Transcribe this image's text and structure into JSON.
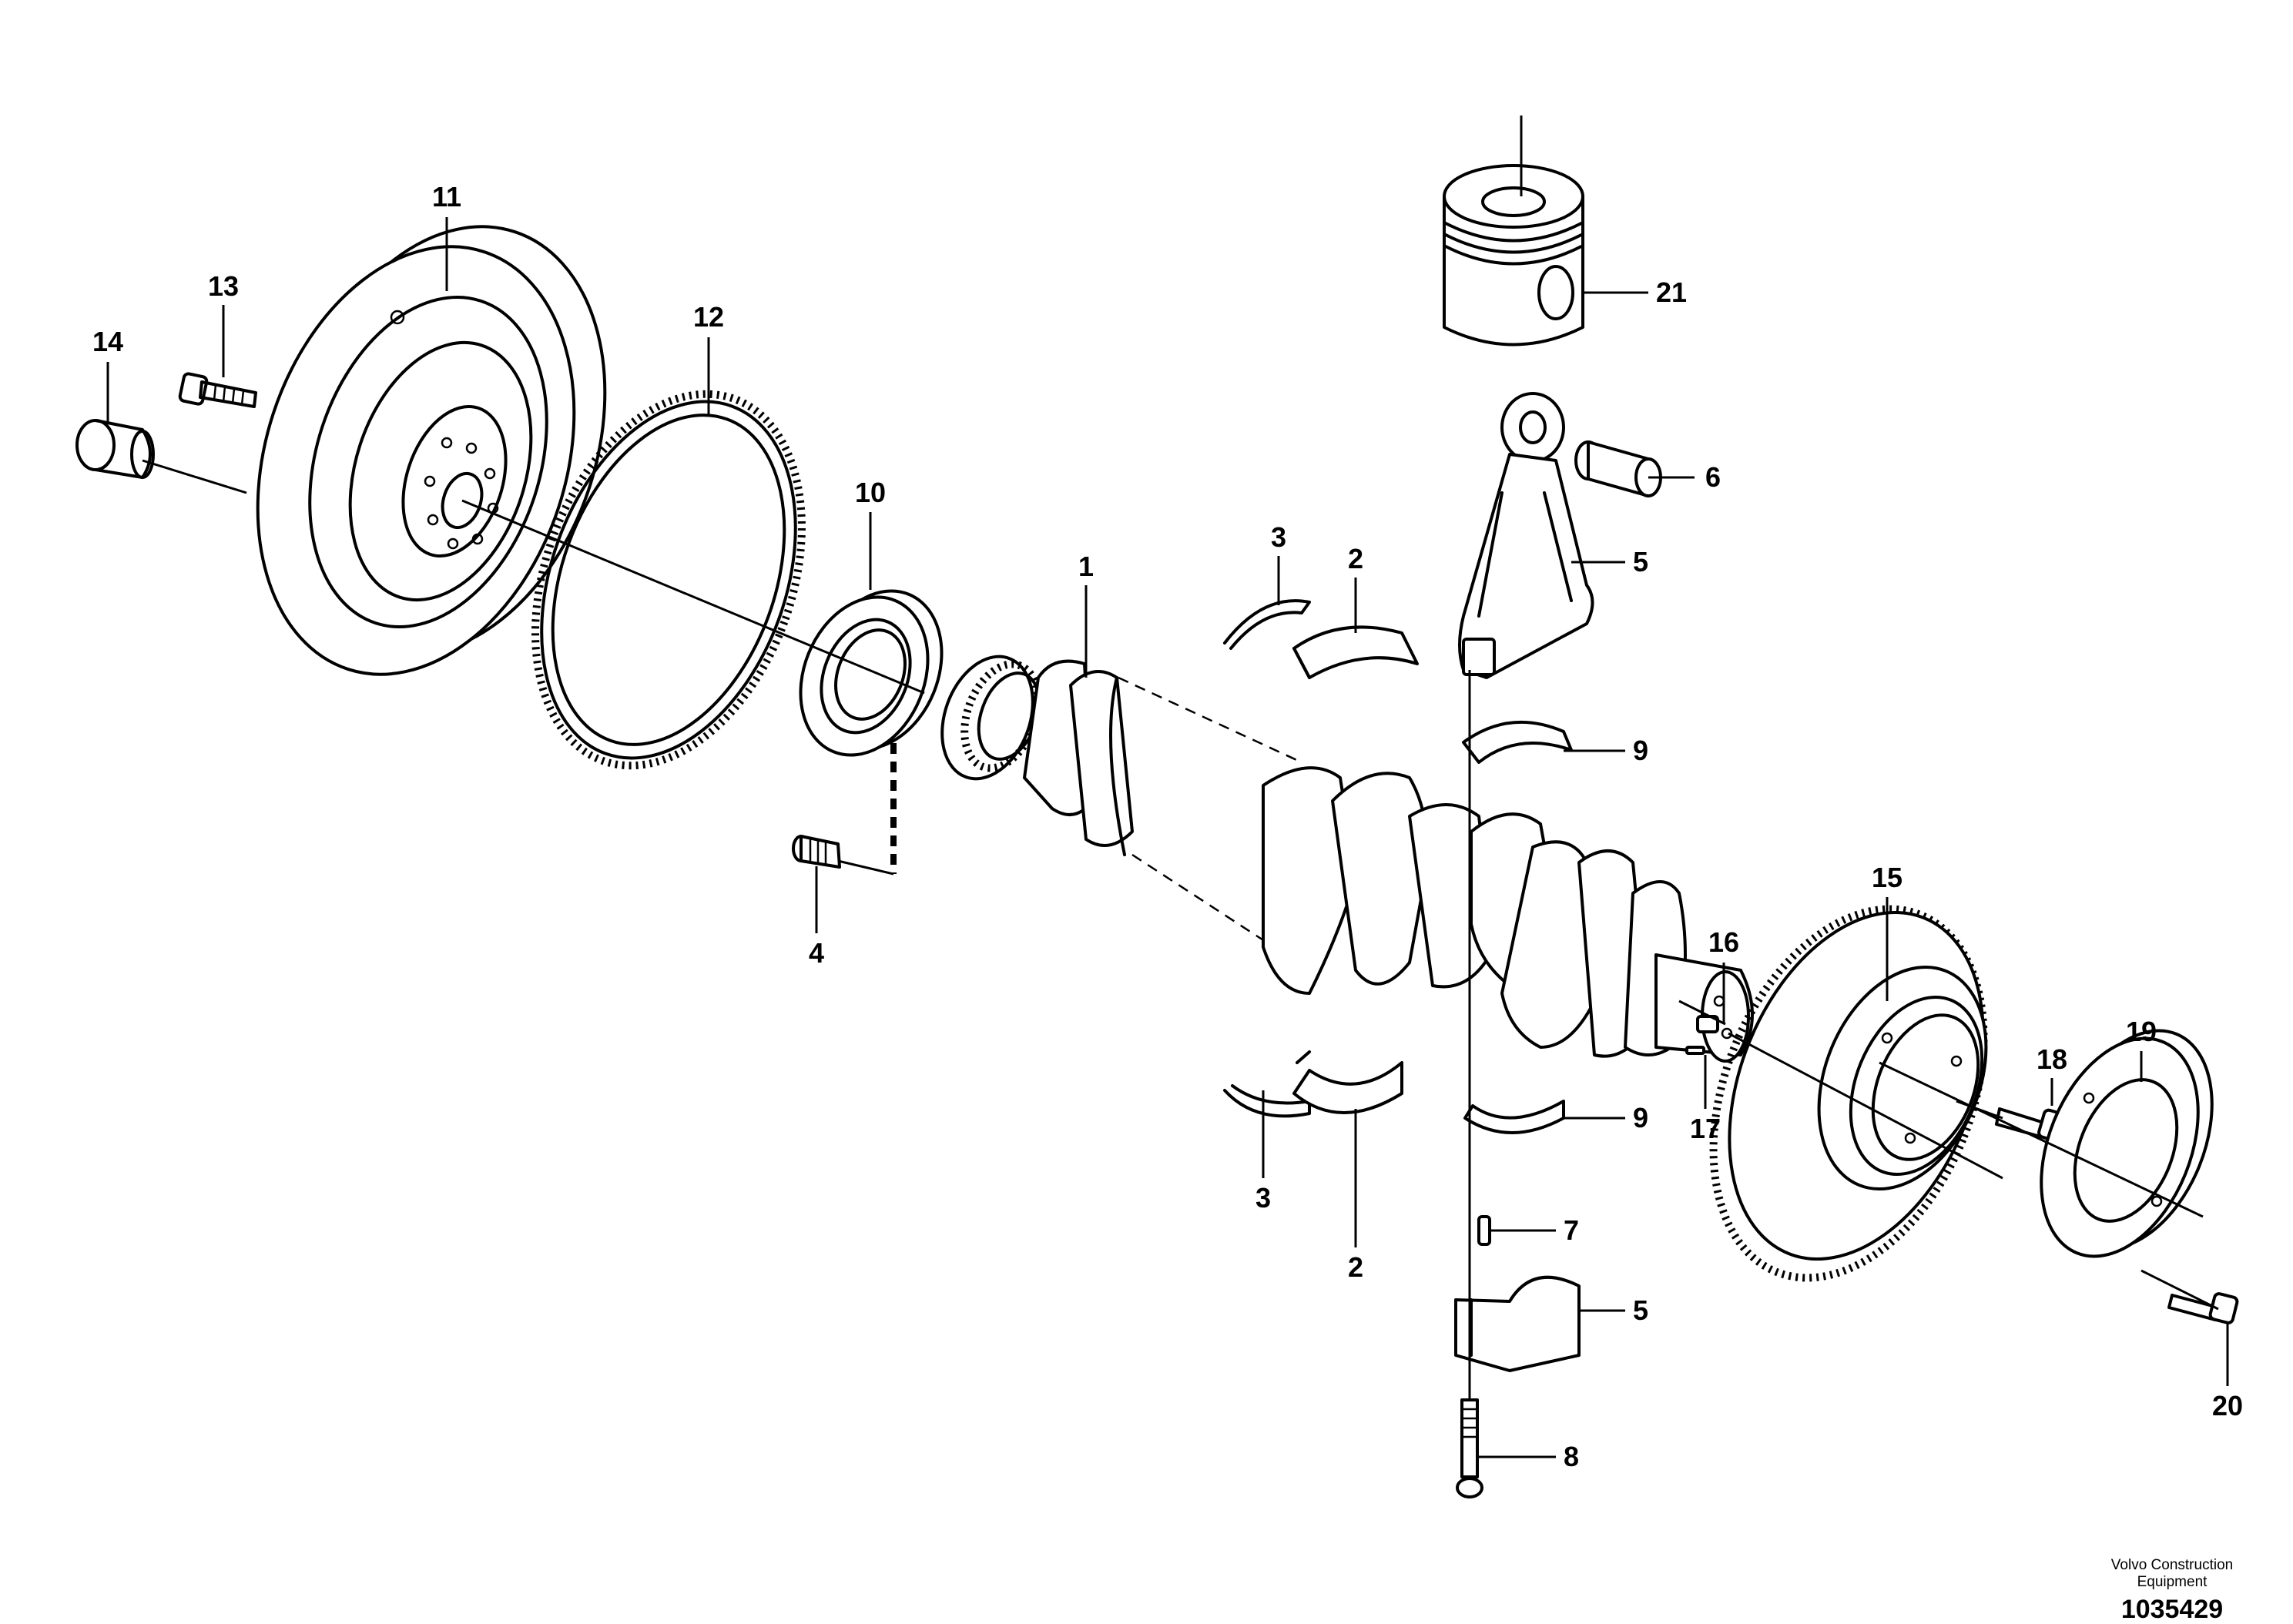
{
  "callouts": [
    {
      "id": "p11",
      "label": "11"
    },
    {
      "id": "p13",
      "label": "13"
    },
    {
      "id": "p14",
      "label": "14"
    },
    {
      "id": "p12",
      "label": "12"
    },
    {
      "id": "p10",
      "label": "10"
    },
    {
      "id": "p1",
      "label": "1"
    },
    {
      "id": "p3a",
      "label": "3"
    },
    {
      "id": "p2a",
      "label": "2"
    },
    {
      "id": "p21",
      "label": "21"
    },
    {
      "id": "p6",
      "label": "6"
    },
    {
      "id": "p5a",
      "label": "5"
    },
    {
      "id": "p9a",
      "label": "9"
    },
    {
      "id": "p4",
      "label": "4"
    },
    {
      "id": "p15",
      "label": "15"
    },
    {
      "id": "p16",
      "label": "16"
    },
    {
      "id": "p18",
      "label": "18"
    },
    {
      "id": "p19",
      "label": "19"
    },
    {
      "id": "p17",
      "label": "17"
    },
    {
      "id": "p9b",
      "label": "9"
    },
    {
      "id": "p3b",
      "label": "3"
    },
    {
      "id": "p2b",
      "label": "2"
    },
    {
      "id": "p7",
      "label": "7"
    },
    {
      "id": "p5b",
      "label": "5"
    },
    {
      "id": "p20",
      "label": "20"
    },
    {
      "id": "p8",
      "label": "8"
    }
  ],
  "footer": {
    "brand_line1": "Volvo Construction",
    "brand_line2": "Equipment",
    "drawing_number": "1035429"
  }
}
